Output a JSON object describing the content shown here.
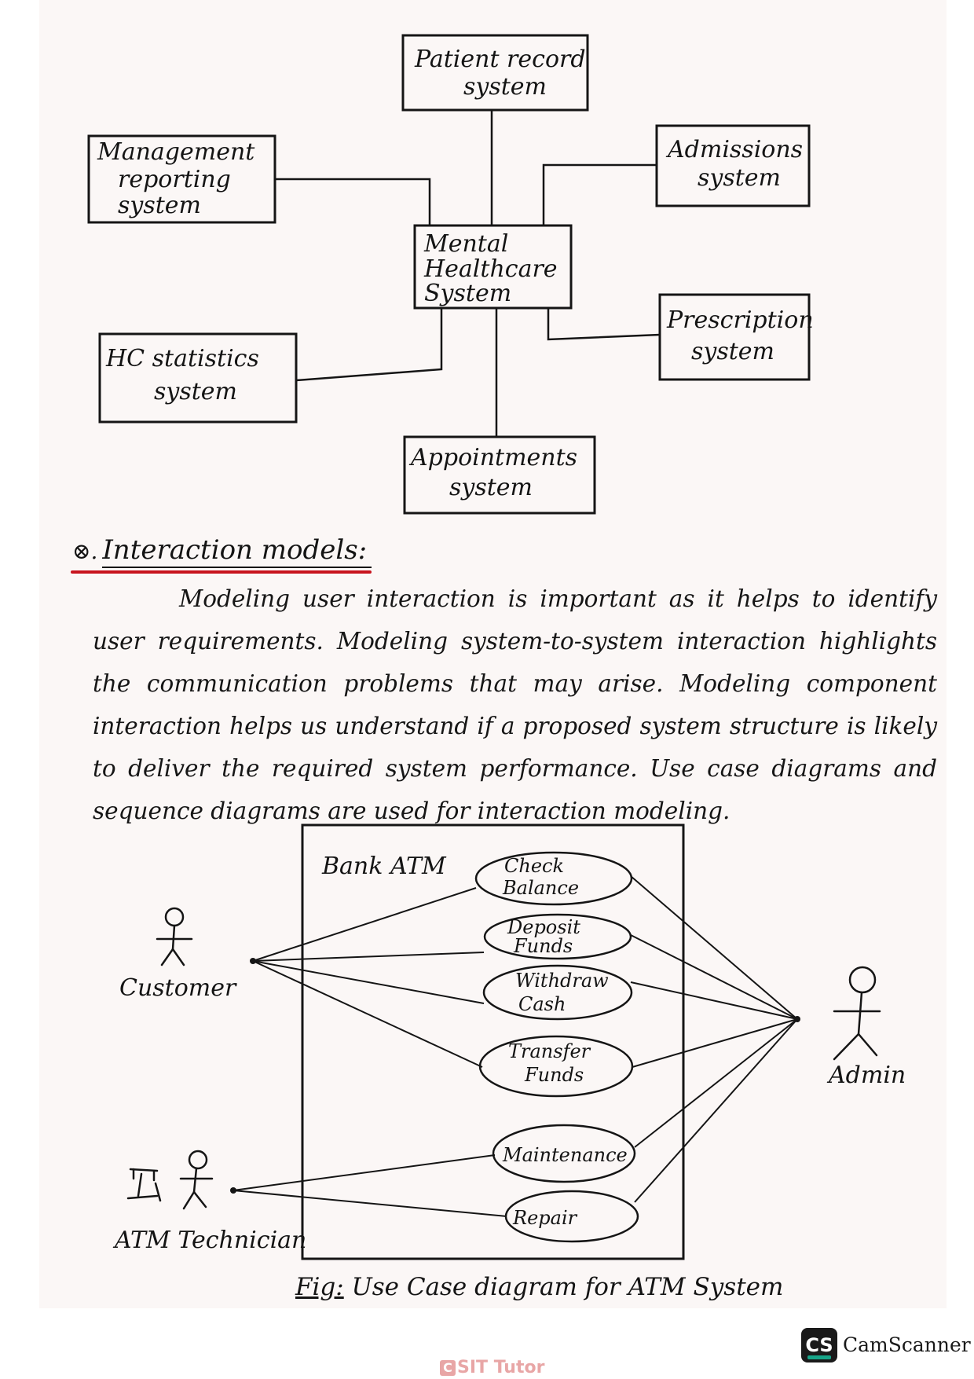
{
  "context_diagram": {
    "boxes": {
      "patient_record": [
        "Patient record",
        "system"
      ],
      "management": [
        "Management",
        "reporting",
        "system"
      ],
      "admissions": [
        "Admissions",
        "system"
      ],
      "mental_healthcare": [
        "Mental",
        "Healthcare",
        "System"
      ],
      "prescription": [
        "Prescription",
        "system"
      ],
      "hc_statistics": [
        "HC statistics",
        "system"
      ],
      "appointments": [
        "Appointments",
        "system"
      ]
    }
  },
  "section": {
    "marker": "⊗.",
    "heading": "Interaction models:",
    "paragraph": "Modeling user interaction is important as it helps to identify user requirements. Modeling system-to-system interaction highlights the communication problems that may arise. Modeling component interaction helps us understand if a proposed system structure is likely to deliver the required system performance. Use case diagrams and sequence diagrams are used for interaction modeling."
  },
  "use_case_diagram": {
    "system_label": "Bank ATM",
    "use_cases": {
      "check_balance": [
        "Check",
        "Balance"
      ],
      "deposit_funds": [
        "Deposit",
        "Funds"
      ],
      "withdraw_cash": [
        "Withdraw",
        "Cash"
      ],
      "transfer_funds": [
        "Transfer",
        "Funds"
      ],
      "maintenance": [
        "Maintenance"
      ],
      "repair": [
        "Repair"
      ]
    },
    "actors": {
      "customer": "Customer",
      "admin": "Admin",
      "technician": "ATM Technician"
    },
    "caption_prefix": "Fig:",
    "caption": "Use Case diagram for ATM System"
  },
  "watermarks": {
    "scanner_badge": "CS",
    "scanner_name": "CamScanner",
    "tutor": "SIT Tutor",
    "tutor_badge": "C"
  }
}
